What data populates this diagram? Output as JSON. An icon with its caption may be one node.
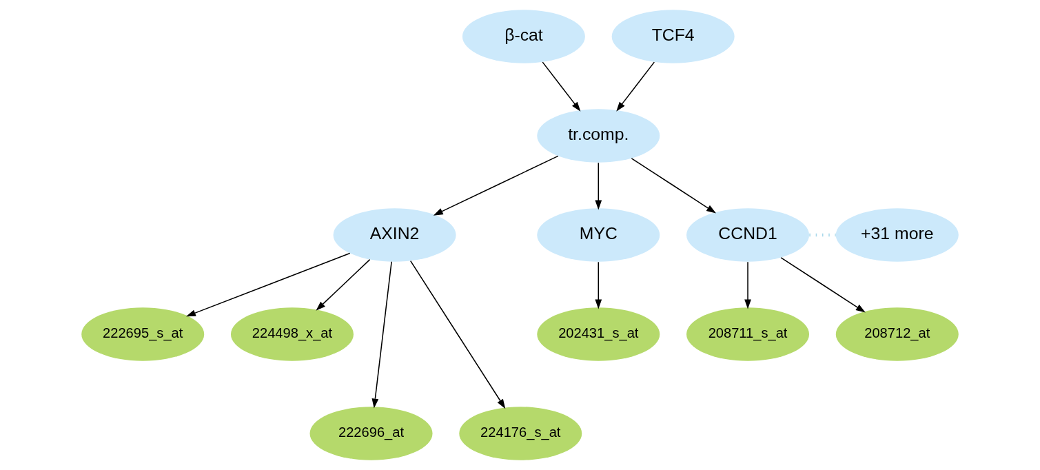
{
  "diagram": {
    "nodes": [
      {
        "text": [
          "β-cat"
        ]
      },
      {
        "text": [
          "TCF4"
        ]
      },
      {
        "text": [
          "tr.comp."
        ]
      },
      {
        "text": [
          "AXIN2"
        ]
      },
      {
        "text": [
          "MYC"
        ]
      },
      {
        "text": [
          "CCND1"
        ]
      },
      {
        "text": [
          "+31 more"
        ]
      },
      {
        "text": [
          "222695_s_at"
        ]
      },
      {
        "text": [
          "224498_x_at"
        ]
      },
      {
        "text": [
          "202431_s_at"
        ]
      },
      {
        "text": [
          "208711_s_at"
        ]
      },
      {
        "text": [
          "208712_at"
        ]
      },
      {
        "text": [
          "222696_at"
        ]
      },
      {
        "text": [
          "224176_s_at"
        ]
      }
    ],
    "edges": [
      {
        "from": 0,
        "to": 2,
        "arrow": "to"
      },
      {
        "from": 1,
        "to": 2,
        "arrow": "to"
      },
      {
        "from": 2,
        "to": 3,
        "arrow": "to"
      },
      {
        "from": 2,
        "to": 4,
        "arrow": "to"
      },
      {
        "from": 2,
        "to": 5,
        "arrow": "to"
      },
      {
        "from": 5,
        "to": 6,
        "arrow": "none",
        "style": "dashed",
        "color": "#a8d8ea"
      },
      {
        "from": 3,
        "to": 7,
        "arrow": "to"
      },
      {
        "from": 3,
        "to": 12,
        "arrow": "to"
      },
      {
        "from": 3,
        "to": 13,
        "arrow": "to"
      },
      {
        "from": 3,
        "to": 8,
        "arrow": "to"
      },
      {
        "from": 4,
        "to": 9,
        "arrow": "to"
      },
      {
        "from": 5,
        "to": 10,
        "arrow": "to"
      },
      {
        "from": 5,
        "to": 11,
        "arrow": "to"
      }
    ]
  }
}
